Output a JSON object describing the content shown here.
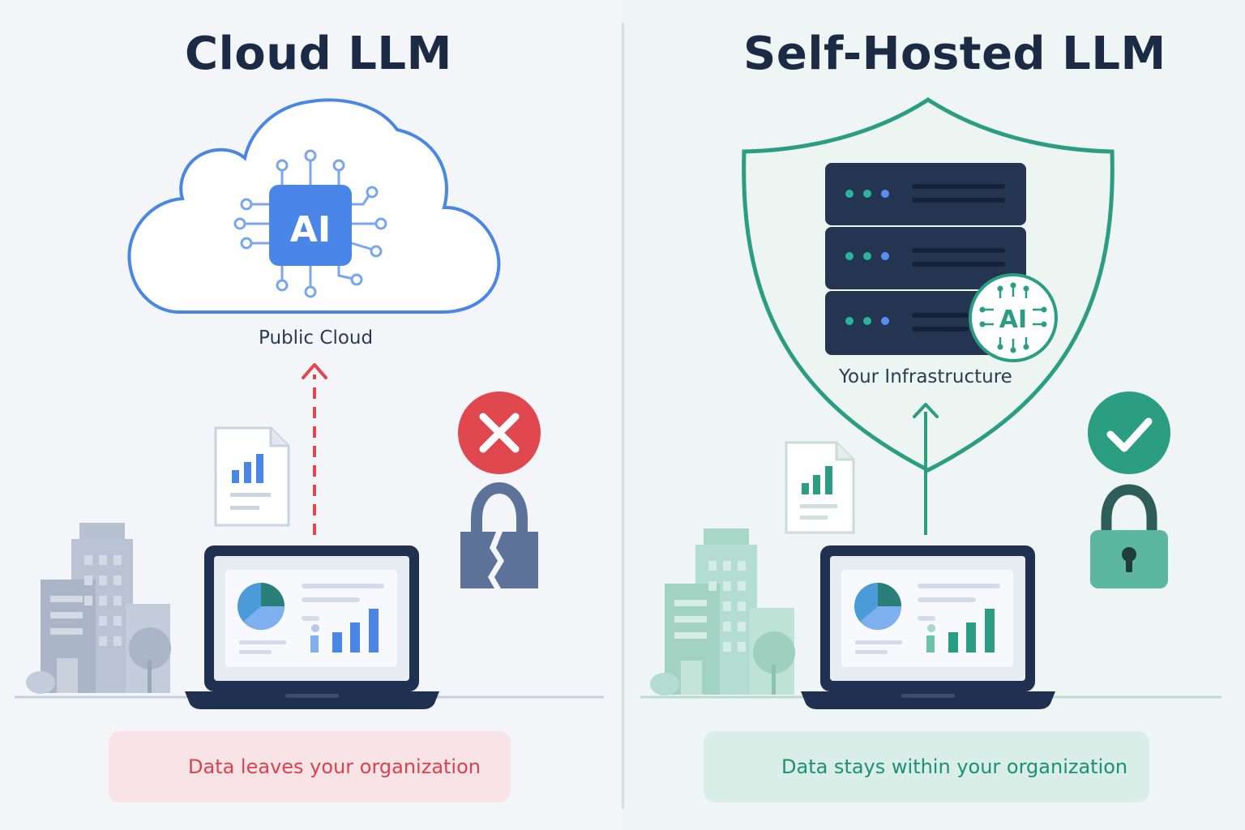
{
  "left": {
    "title": "Cloud LLM",
    "cloud_label": "Public Cloud",
    "chip_text": "AI",
    "banner_text": "Data leaves your organization",
    "colors": {
      "accent": "#4a86e8",
      "danger": "#e0474f",
      "buildings": "#b9c3d3"
    }
  },
  "right": {
    "title": "Self-Hosted LLM",
    "server_label": "Your Infrastructure",
    "badge_text": "AI",
    "banner_text": "Data stays within your organization",
    "colors": {
      "accent": "#2a9d82",
      "server": "#243552",
      "buildings": "#a9d7c7"
    }
  }
}
